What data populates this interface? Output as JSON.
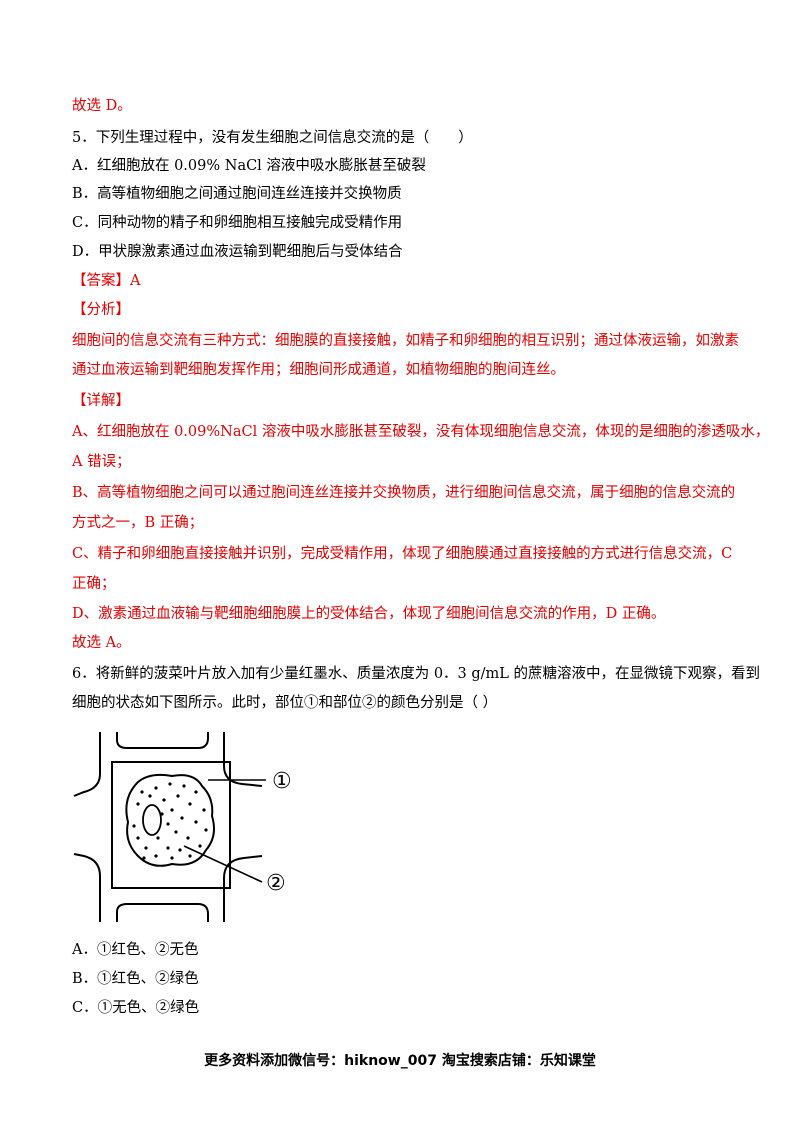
{
  "lines": [
    {
      "text": "故选 D。",
      "color": "red"
    },
    {
      "text": "5．下列生理过程中，没有发生细胞之间信息交流的是（　　）",
      "color": "black"
    },
    {
      "text": "A．红细胞放在 0.09% NaCl 溶液中吸水膨胀甚至破裂",
      "color": "black"
    },
    {
      "text": "B．高等植物细胞之间通过胞间连丝连接并交换物质",
      "color": "black"
    },
    {
      "text": "C．同种动物的精子和卵细胞相互接触完成受精作用",
      "color": "black"
    },
    {
      "text": "D．甲状腺激素通过血液运输到靶细胞后与受体结合",
      "color": "black"
    },
    {
      "text": "【答案】A",
      "color": "red"
    },
    {
      "text": "【分析】",
      "color": "red"
    },
    {
      "text": "细胞间的信息交流有三种方式：细胞膜的直接接触，如精子和卵细胞的相互识别；通过体液运输，如激素",
      "color": "red"
    },
    {
      "text": "通过血液运输到靶细胞发挥作用；细胞间形成通道，如植物细胞的胞间连丝。",
      "color": "red"
    },
    {
      "text": "【详解】",
      "color": "red"
    },
    {
      "text": "A、红细胞放在 0.09%NaCl 溶液中吸水膨胀甚至破裂，没有体现细胞信息交流，体现的是细胞的渗透吸水，",
      "color": "red"
    },
    {
      "text": "A 错误；",
      "color": "red"
    },
    {
      "text": "B、高等植物细胞之间可以通过胞间连丝连接并交换物质，进行细胞间信息交流，属于细胞的信息交流的",
      "color": "red"
    },
    {
      "text": "方式之一，B 正确；",
      "color": "red"
    },
    {
      "text": "C、精子和卵细胞直接接触并识别，完成受精作用，体现了细胞膜通过直接接触的方式进行信息交流，C",
      "color": "red"
    },
    {
      "text": "正确；",
      "color": "red"
    },
    {
      "text": "D、激素通过血液输与靶细胞细胞膜上的受体结合，体现了细胞间信息交流的作用，D 正确。",
      "color": "red"
    },
    {
      "text": "故选 A。",
      "color": "red"
    },
    {
      "text": "6．将新鲜的菠菜叶片放入加有少量红墨水、质量浓度为 0．3 g/mL 的蔗糖溶液中，在显微镜下观察，看到",
      "color": "black"
    },
    {
      "text": "细胞的状态如下图所示。此时，部位①和部位②的颜色分别是（ ）",
      "color": "black"
    }
  ],
  "figure": {
    "label_1": "①",
    "label_2": "②"
  },
  "options": [
    {
      "text": "A．①红色、②无色"
    },
    {
      "text": "B．①红色、②绿色"
    },
    {
      "text": "C．①无色、②绿色"
    }
  ],
  "footer": "更多资料添加微信号：hiknow_007 淘宝搜索店铺：乐知课堂"
}
